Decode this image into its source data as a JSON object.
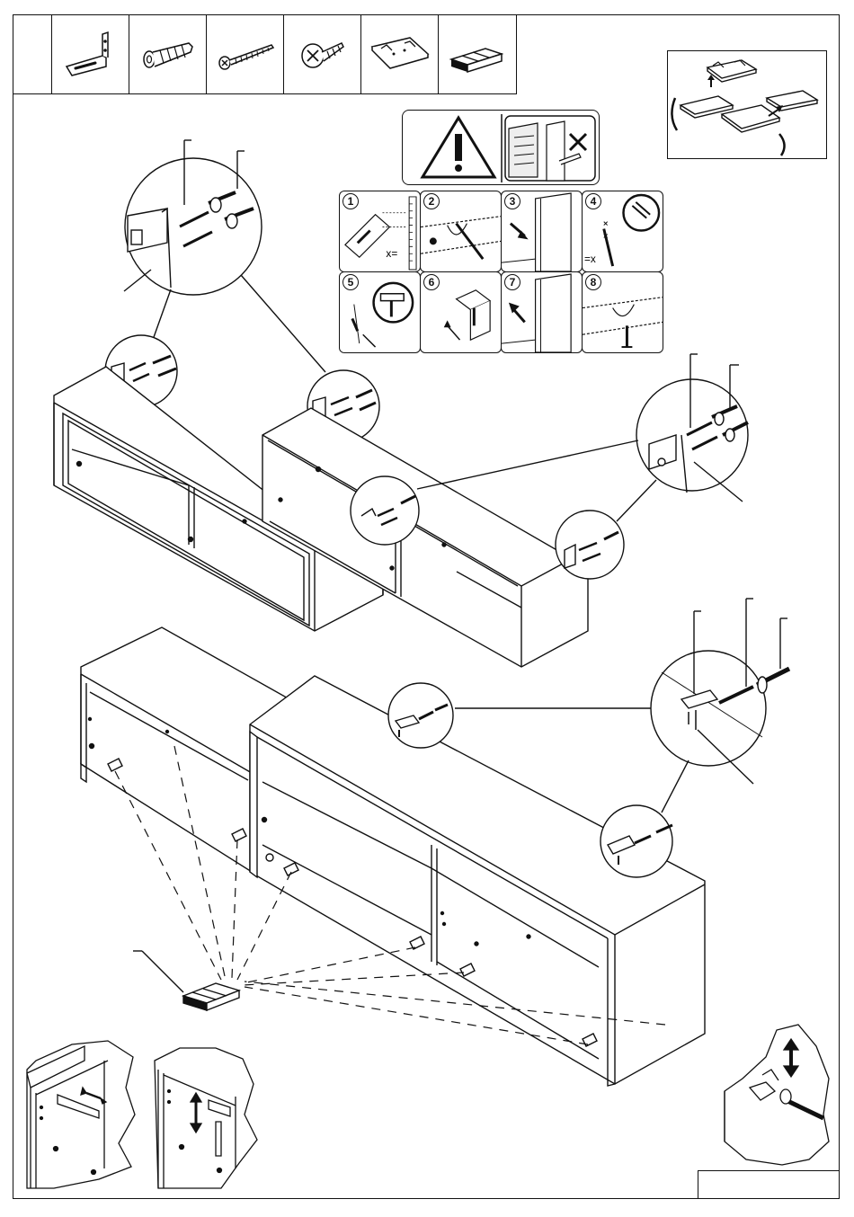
{
  "parts": [
    {
      "icon": "angle-bracket-icon"
    },
    {
      "icon": "wall-plug-icon"
    },
    {
      "icon": "long-screw-icon"
    },
    {
      "icon": "short-screw-icon"
    },
    {
      "icon": "hanging-rail-icon"
    },
    {
      "icon": "spacer-blocks-icon"
    }
  ],
  "steps": [
    {
      "num": "1",
      "label": "x="
    },
    {
      "num": "2",
      "label": ""
    },
    {
      "num": "3",
      "label": ""
    },
    {
      "num": "4",
      "label": "=x"
    },
    {
      "num": "5",
      "label": ""
    },
    {
      "num": "6",
      "label": ""
    },
    {
      "num": "7",
      "label": ""
    },
    {
      "num": "8",
      "label": ""
    }
  ]
}
